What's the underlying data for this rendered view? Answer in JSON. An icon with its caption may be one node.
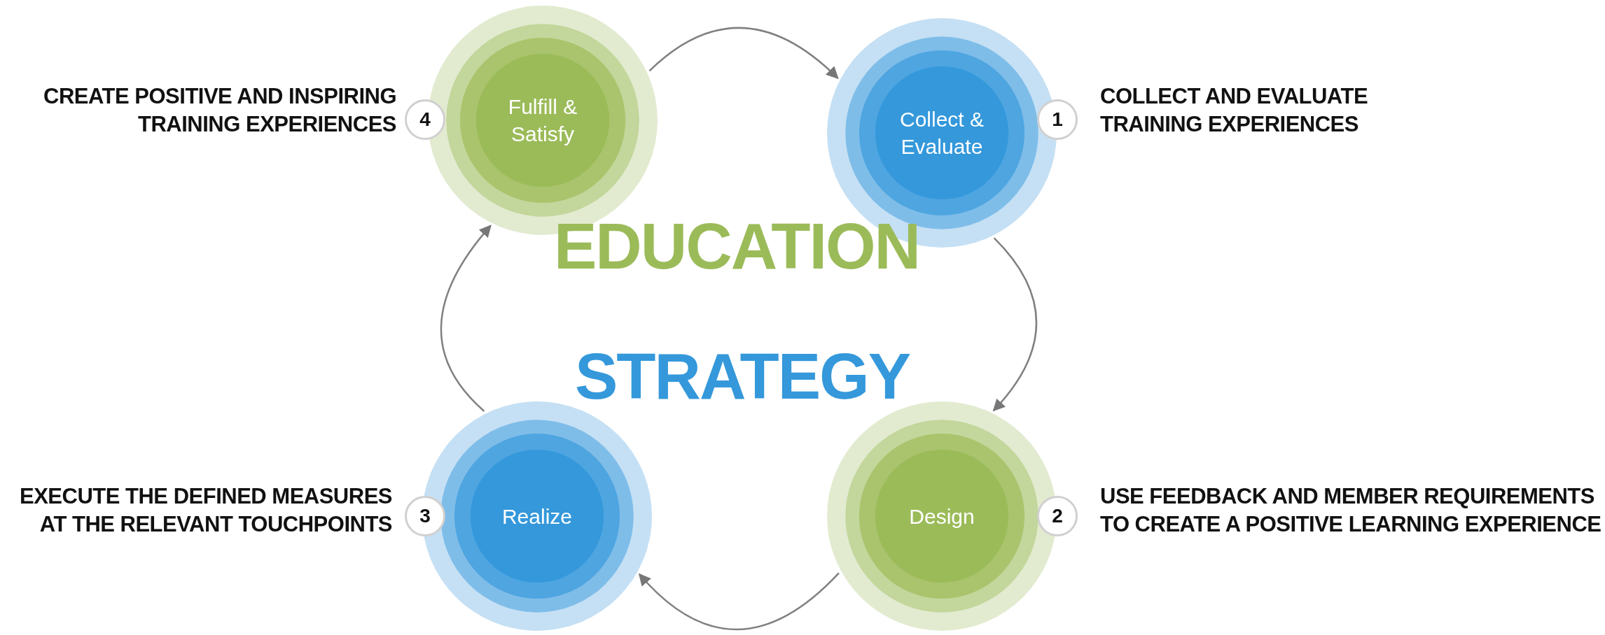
{
  "diagram": {
    "nodes": [
      {
        "text": [
          "Fulfill & Satisfy"
        ]
      },
      {
        "text": [
          "4"
        ],
        "beside": [
          "CREATE POSITIVE AND INSPIRING TRAINING EXPERIENCES"
        ]
      },
      {
        "text": [
          "Collect & Evaluate"
        ]
      },
      {
        "text": [
          "1"
        ],
        "beside": [
          "COLLECT AND EVALUATE TRAINING EXPERIENCES"
        ]
      },
      {
        "text": [
          "Realize"
        ]
      },
      {
        "text": [
          "3"
        ],
        "beside": [
          "EXECUTE THE DEFINED MEASURES AT THE RELEVANT TOUCHPOINTS"
        ]
      },
      {
        "text": [
          "Design"
        ]
      },
      {
        "text": [
          "2"
        ],
        "beside": [
          "USE FEEDBACK AND MEMBER REQUIREMENTS TO CREATE A POSITIVE LEARNING EXPERIENCE"
        ]
      }
    ],
    "edges": [
      {
        "from": 0,
        "to": 2,
        "arrow": "to"
      },
      {
        "from": 2,
        "to": 6,
        "arrow": "to"
      },
      {
        "from": 6,
        "to": 4,
        "arrow": "to"
      },
      {
        "from": 4,
        "to": 0,
        "arrow": "to"
      }
    ],
    "labels": [
      "EDUCATION",
      "STRATEGY"
    ]
  }
}
